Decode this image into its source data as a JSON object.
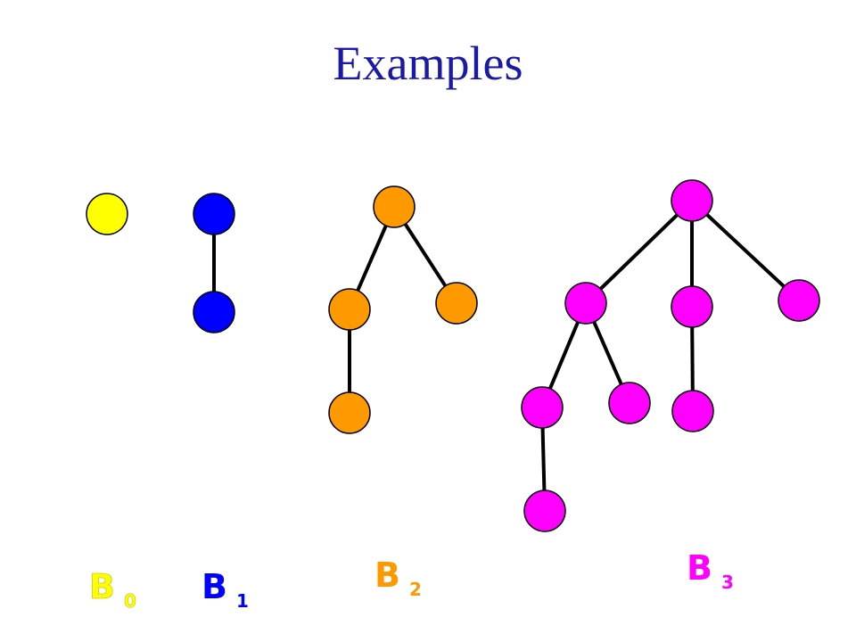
{
  "slide": {
    "title": "Examples"
  },
  "trees": [
    {
      "id": "b0",
      "label": "B",
      "subscript": "0",
      "color": "#FFFF00",
      "label_color": "#FFFF00"
    },
    {
      "id": "b1",
      "label": "B",
      "subscript": "1",
      "color": "#0000FF",
      "label_color": "#0000FF"
    },
    {
      "id": "b2",
      "label": "B",
      "subscript": "2",
      "color": "#FF9900",
      "label_color": "#FF9900"
    },
    {
      "id": "b3",
      "label": "B",
      "subscript": "3",
      "color": "#FF00FF",
      "label_color": "#FF00FF"
    }
  ],
  "edge_color": "#000000"
}
